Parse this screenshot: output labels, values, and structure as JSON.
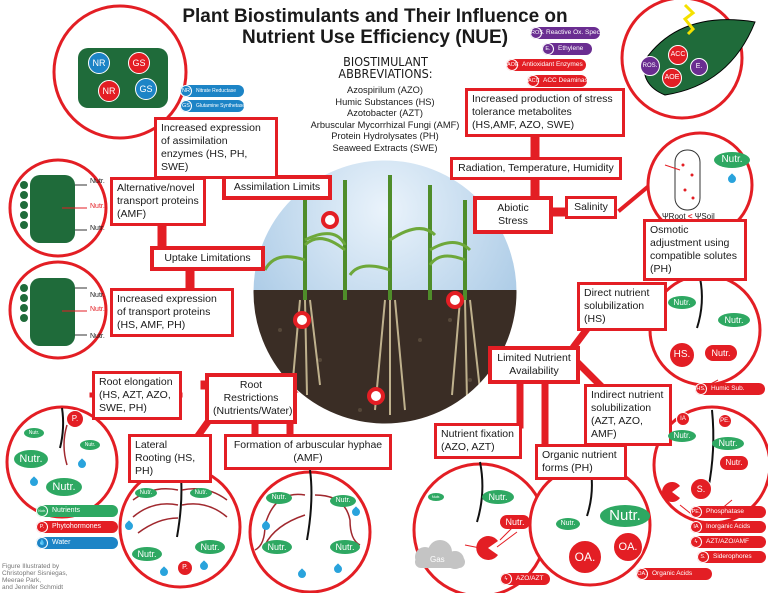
{
  "title": {
    "line1": "Plant Biostimulants and Their Influence on",
    "line2": "Nutrient Use Efficiency (NUE)"
  },
  "abbreviations": {
    "heading1": "BIOSTIMULANT",
    "heading2": "ABBREVIATIONS:",
    "items": [
      "Azospirilum (AZO)",
      "Humic Substances (HS)",
      "Azotobacter (AZT)",
      "Arbuscular Mycorrhizal Fungi (AMF)",
      "Protein Hydrolysates (PH)",
      "Seaweed Extracts (SWE)"
    ]
  },
  "limits": {
    "assimilation": "Assimilation Limits",
    "uptake": "Uptake Limitations",
    "abiotic": "Abiotic Stress",
    "salinity": "Salinity",
    "radiation": "Radiation, Temperature, Humidity",
    "root_restrictions": "Root Restrictions (Nutrients/Water)",
    "limited_nutrient": "Limited Nutrient Availability"
  },
  "effects": {
    "assimilation_enzymes": "Increased expression of assimilation enzymes (HS, PH, SWE)",
    "novel_transport": "Alternative/novel transport proteins (AMF)",
    "transport_expression": "Increased expression of transport proteins (HS, AMF, PH)",
    "stress_metabolites": "Increased production of stress tolerance metabolites (HS,AMF, AZO, SWE)",
    "osmotic": "Osmotic adjustment using compatible solutes (PH)",
    "direct_solubilization": "Direct nutrient solubilization (HS)",
    "indirect_solubilization": "Indirect nutrient solubilization (AZT, AZO, AMF)",
    "nutrient_fixation": "Nutrient fixation (AZO, AZT)",
    "organic_forms": "Organic nutrient forms (PH)",
    "root_elongation": "Root elongation (HS, AZT, AZO, SWE, PH)",
    "lateral_rooting": "Lateral Rooting (HS, PH)",
    "hyphae": "Formation of arbuscular hyphae (AMF)"
  },
  "keys": {
    "nr": {
      "abbr": "NR",
      "label": "Nitrate Reductase"
    },
    "gs": {
      "abbr": "GS",
      "label": "Glutamine Synthetase"
    },
    "ros": {
      "abbr": "ROS.",
      "label": "Reactive Ox. Spec."
    },
    "e": {
      "abbr": "E.",
      "label": "Ethylene"
    },
    "aoe": {
      "abbr": "AOE",
      "label": "Antioxidant Enzymes"
    },
    "acc": {
      "abbr": "ACC",
      "label": "ACC Deaminase"
    },
    "hs": {
      "abbr": "HS.",
      "label": "Humic Sub."
    },
    "pe": {
      "abbr": "PE.",
      "label": "Phosphatase"
    },
    "ia": {
      "abbr": "IA",
      "label": "Inorganic Acids"
    },
    "microbes": {
      "label": "AZT/AZO/AMF"
    },
    "s": {
      "abbr": "S.",
      "label": "Siderophores"
    },
    "oa": {
      "abbr": "OA.",
      "label": "Organic Acids"
    },
    "azo_azt": {
      "label": "AZO/AZT"
    },
    "nutrients": {
      "abbr": "Nutr.",
      "label": "Nutrients"
    },
    "phyto": {
      "abbr": "P.",
      "label": "Phytohormones"
    },
    "water": {
      "label": "Water"
    }
  },
  "icons": {
    "nutr": "Nutr.",
    "gas": "Gas",
    "psi_root": "ΨRoot",
    "lt": "<",
    "psi_soil": "ΨSoil"
  },
  "credit": [
    "Figure Illustrated by",
    "Christopher Sisniegas,",
    "Meerae Park,",
    "and Jennifer Schmidt"
  ],
  "colors": {
    "red": "#e31e24",
    "green": "#2ea862",
    "dark_green": "#1f6b3a",
    "blue": "#1c84c6",
    "purple": "#6a2d91"
  }
}
